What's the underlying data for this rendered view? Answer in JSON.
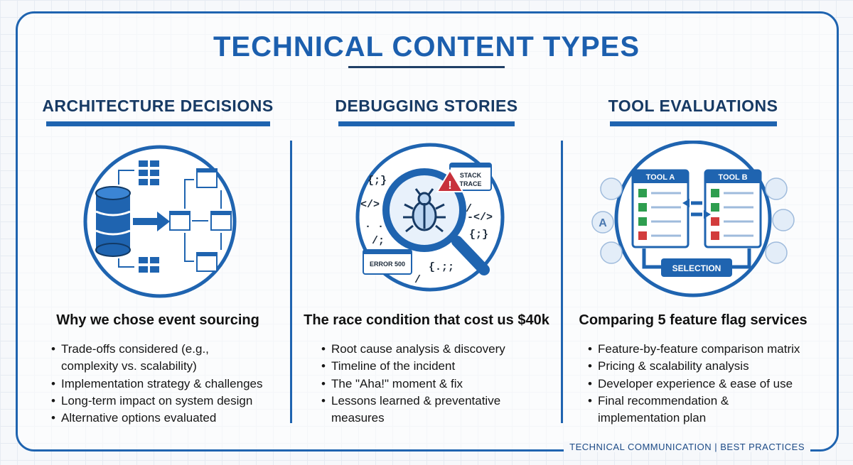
{
  "title": "TECHNICAL CONTENT TYPES",
  "footer": "TECHNICAL COMMUNICATION | BEST PRACTICES",
  "columns": [
    {
      "heading": "ARCHITECTURE DECISIONS",
      "subtitle": "Why we chose event sourcing",
      "bullets": [
        "Trade-offs considered (e.g.,",
        "Implementation strategy & challenges",
        "Long-term impact on system design",
        "Alternative options evaluated"
      ],
      "bullet_continuation": "complexity vs. scalability)"
    },
    {
      "heading": "DEBUGGING STORIES",
      "subtitle": "The race condition that cost us $40k",
      "bullets": [
        "Root cause analysis & discovery",
        "Timeline of the incident",
        "The \"Aha!\" moment & fix",
        "Lessons learned & preventative"
      ],
      "bullet_continuation": "measures",
      "illustration": {
        "stack_label_1": "STACK",
        "stack_label_2": "TRACE",
        "error_label": "ERROR 500",
        "code_1": "{;}",
        "code_2": "</>",
        "code_3": "/",
        "code_4": "-</>",
        "code_5": "{;}",
        "code_6": ". .",
        "code_7": "/;",
        "code_8": "{.;;",
        "code_9": "/"
      }
    },
    {
      "heading": "TOOL EVALUATIONS",
      "subtitle": "Comparing 5 feature flag services",
      "bullets": [
        "Feature-by-feature comparison matrix",
        "Pricing & scalability analysis",
        "Developer experience & ease of use",
        "Final recommendation &"
      ],
      "bullet_continuation": "implementation plan",
      "illustration": {
        "tool_a": "TOOL A",
        "tool_b": "TOOL B",
        "selection": "SELECTION",
        "badge_a": "A"
      }
    }
  ],
  "colors": {
    "primary": "#1f64b0",
    "dark_navy": "#173a64",
    "check_green": "#2e9e4f",
    "cross_red": "#d23c3c",
    "warning_red": "#c8323c"
  },
  "icons": [
    "database-icon",
    "bug-icon",
    "magnifier-icon",
    "warning-icon",
    "checklist-icon"
  ]
}
